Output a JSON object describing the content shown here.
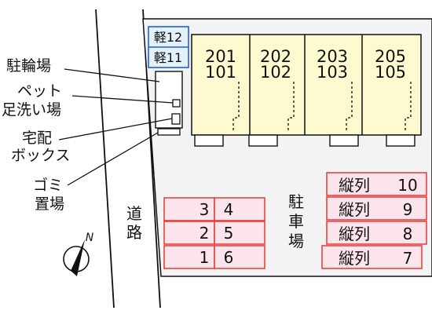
{
  "building": {
    "units": [
      {
        "upper": "201",
        "lower": "101"
      },
      {
        "upper": "202",
        "lower": "102"
      },
      {
        "upper": "203",
        "lower": "103"
      },
      {
        "upper": "205",
        "lower": "105"
      }
    ]
  },
  "kei_parking": [
    "軽12",
    "軽11"
  ],
  "callouts": {
    "bicycle": "駐輪場",
    "pet_wash": [
      "ペット",
      "足洗い場"
    ],
    "delivery_box": [
      "宅配",
      "ボックス"
    ],
    "garbage": [
      "ゴミ",
      "置場"
    ]
  },
  "road_label": [
    "道",
    "路"
  ],
  "parking_label": [
    "駐",
    "車",
    "場"
  ],
  "compass_letter": "N",
  "parking_left": [
    {
      "a": "3",
      "b": "4"
    },
    {
      "a": "2",
      "b": "5"
    },
    {
      "a": "1",
      "b": "6"
    }
  ],
  "parking_right": [
    {
      "label": "縦列",
      "num": "10"
    },
    {
      "label": "縦列",
      "num": "9"
    },
    {
      "label": "縦列",
      "num": "8"
    },
    {
      "label": "縦列",
      "num": "7"
    }
  ],
  "colors": {
    "building_fill": "#fdfad0",
    "parking_fill": "#fce4ec",
    "parking_border": "#e53935",
    "kei_fill": "#e4f1fb",
    "kei_border": "#1e5fd8",
    "lot_fill": "#f3f3f5"
  }
}
